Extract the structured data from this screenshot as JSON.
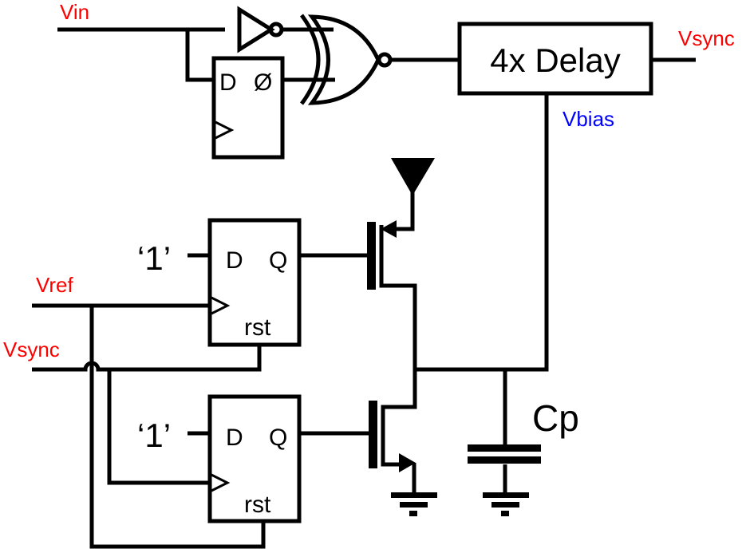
{
  "labels": {
    "vin": "Vin",
    "vsync_out": "Vsync",
    "vbias": "Vbias",
    "vref": "Vref",
    "vsync_in": "Vsync",
    "cp": "Cp",
    "delay": "4x Delay",
    "ff1_d": "D",
    "ff1_q": "Ø",
    "ff2_d": "D",
    "ff2_q": "Q",
    "ff2_rst": "rst",
    "ff2_in": "‘1’",
    "ff3_d": "D",
    "ff3_q": "Q",
    "ff3_rst": "rst",
    "ff3_in": "‘1’"
  },
  "colors": {
    "signal_label": "#ff0000",
    "bias_label": "#0000ff",
    "wire": "#000000"
  }
}
